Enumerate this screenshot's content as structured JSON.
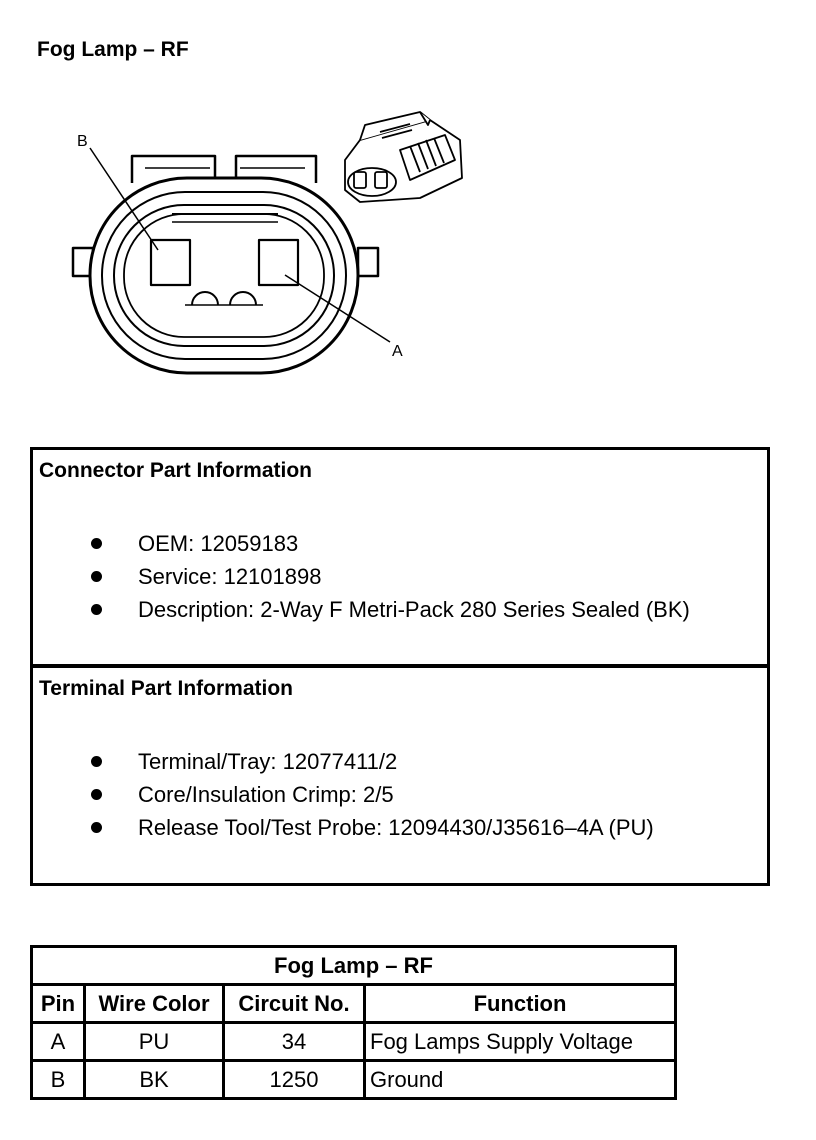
{
  "page_title": "Fog Lamp – RF",
  "diagram": {
    "label_b": "B",
    "label_a": "A"
  },
  "connector_info": {
    "heading": "Connector Part Information",
    "items": [
      "OEM: 12059183",
      "Service: 12101898",
      "Description: 2-Way F Metri-Pack 280 Series Sealed (BK)"
    ]
  },
  "terminal_info": {
    "heading": "Terminal Part Information",
    "items": [
      "Terminal/Tray: 12077411/2",
      "Core/Insulation Crimp: 2/5",
      "Release Tool/Test Probe: 12094430/J35616–4A (PU)"
    ]
  },
  "pin_table": {
    "title": "Fog Lamp – RF",
    "headers": [
      "Pin",
      "Wire Color",
      "Circuit No.",
      "Function"
    ],
    "rows": [
      [
        "A",
        "PU",
        "34",
        "Fog Lamps Supply Voltage"
      ],
      [
        "B",
        "BK",
        "1250",
        "Ground"
      ]
    ]
  }
}
